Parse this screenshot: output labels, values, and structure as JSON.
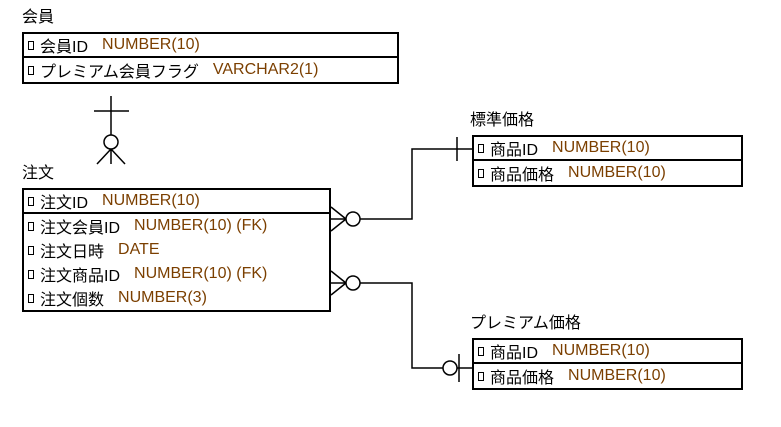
{
  "diagram_title": "",
  "colors": {
    "background": "#ffffff",
    "line": "#000000",
    "attribute_name_text": "#000000",
    "type_text": "#7B3F00"
  },
  "entities": [
    {
      "name": "会員",
      "attributes": [
        {
          "name": "会員ID",
          "type": "NUMBER(10)"
        },
        {
          "name": "プレミアム会員フラグ",
          "type": "VARCHAR2(1)"
        }
      ]
    },
    {
      "name": "注文",
      "attributes": [
        {
          "name": "注文ID",
          "type": "NUMBER(10)"
        },
        {
          "name": "注文会員ID",
          "type": "NUMBER(10) (FK)"
        },
        {
          "name": "注文日時",
          "type": "DATE"
        },
        {
          "name": "注文商品ID",
          "type": "NUMBER(10) (FK)"
        },
        {
          "name": "注文個数",
          "type": "NUMBER(3)"
        }
      ]
    },
    {
      "name": "標準価格",
      "attributes": [
        {
          "name": "商品ID",
          "type": "NUMBER(10)"
        },
        {
          "name": "商品価格",
          "type": "NUMBER(10)"
        }
      ]
    },
    {
      "name": "プレミアム価格",
      "attributes": [
        {
          "name": "商品ID",
          "type": "NUMBER(10)"
        },
        {
          "name": "商品価格",
          "type": "NUMBER(10)"
        }
      ]
    }
  ],
  "relationships": [
    {
      "from": "会員",
      "to": "注文",
      "from_cardinality": "one",
      "to_cardinality": "zero-or-many"
    },
    {
      "from": "標準価格",
      "to": "注文",
      "from_cardinality": "one",
      "to_cardinality": "zero-or-many"
    },
    {
      "from": "プレミアム価格",
      "to": "注文",
      "from_cardinality": "zero-or-one",
      "to_cardinality": "zero-or-many"
    }
  ]
}
